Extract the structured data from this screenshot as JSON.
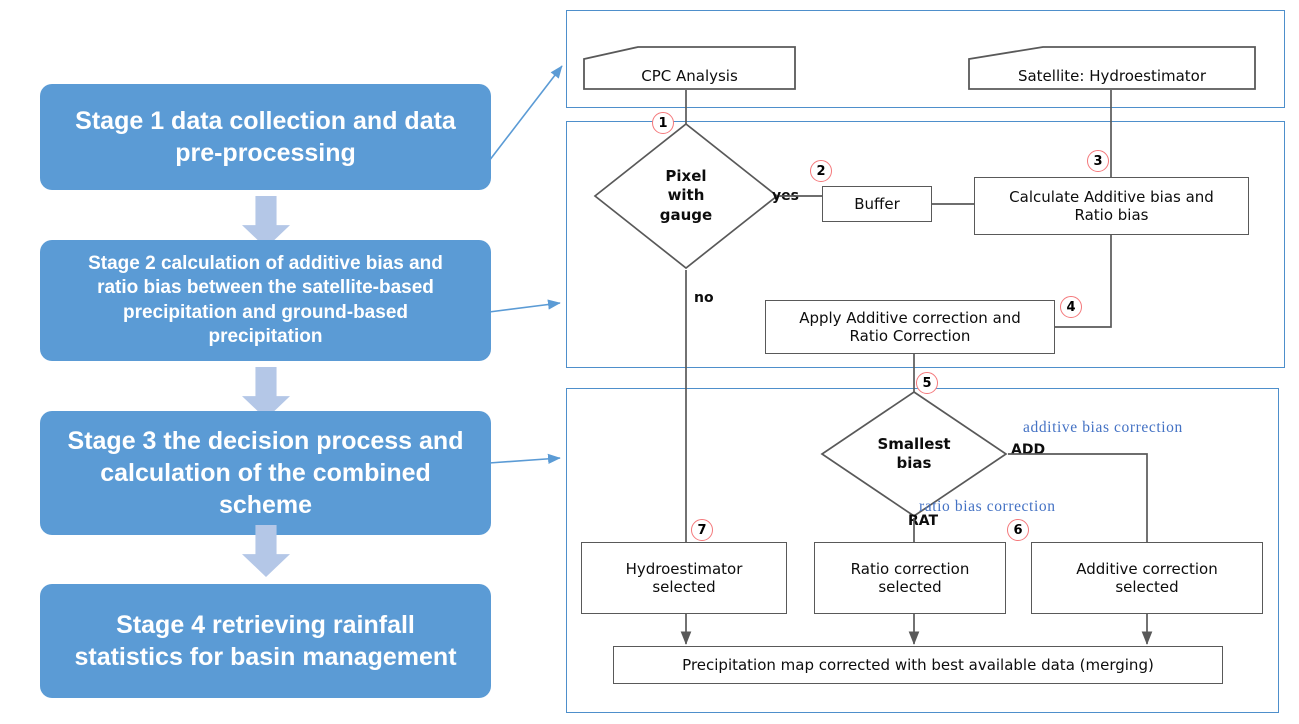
{
  "stages": [
    {
      "id": "stage-1",
      "label": "Stage 1 data collection and data\npre-processing"
    },
    {
      "id": "stage-2",
      "label": "Stage 2 calculation of additive bias and\nratio bias between the satellite-based\nprecipitation and ground-based\nprecipitation"
    },
    {
      "id": "stage-3",
      "label": "Stage 3 the decision process and\ncalculation of the combined\nscheme"
    },
    {
      "id": "stage-4",
      "label": "Stage 4 retrieving rainfall\nstatistics for basin management"
    }
  ],
  "nodes": {
    "cpc_analysis": "CPC Analysis",
    "satellite": "Satellite: Hydroestimator",
    "pixel_with_gauge": "Pixel\nwith\ngauge",
    "buffer": "Buffer",
    "calculate_bias": "Calculate Additive bias and\nRatio bias",
    "apply_correction": "Apply Additive correction and\nRatio Correction",
    "smallest_bias": "Smallest\nbias",
    "hydroestimator_selected": "Hydroestimator\nselected",
    "ratio_selected": "Ratio correction\nselected",
    "additive_selected": "Additive correction\nselected",
    "precipitation_map": "Precipitation map corrected with best available data (merging)"
  },
  "edge_labels": {
    "yes": "yes",
    "no": "no",
    "add": "ADD",
    "rat": "RAT"
  },
  "annotations": {
    "additive_bias_correction": "additive bias correction",
    "ratio_bias_correction": "ratio bias correction"
  },
  "markers": [
    "1",
    "2",
    "3",
    "4",
    "5",
    "6",
    "7"
  ],
  "colors": {
    "stage_box": "#5B9BD5",
    "stage_arrow": "#B4C7E7",
    "panel_border": "#4E8FCB",
    "node_border": "#595959",
    "marker_ring": "#F4787B",
    "annotation_text": "#4472C4",
    "connector": "#595959"
  }
}
